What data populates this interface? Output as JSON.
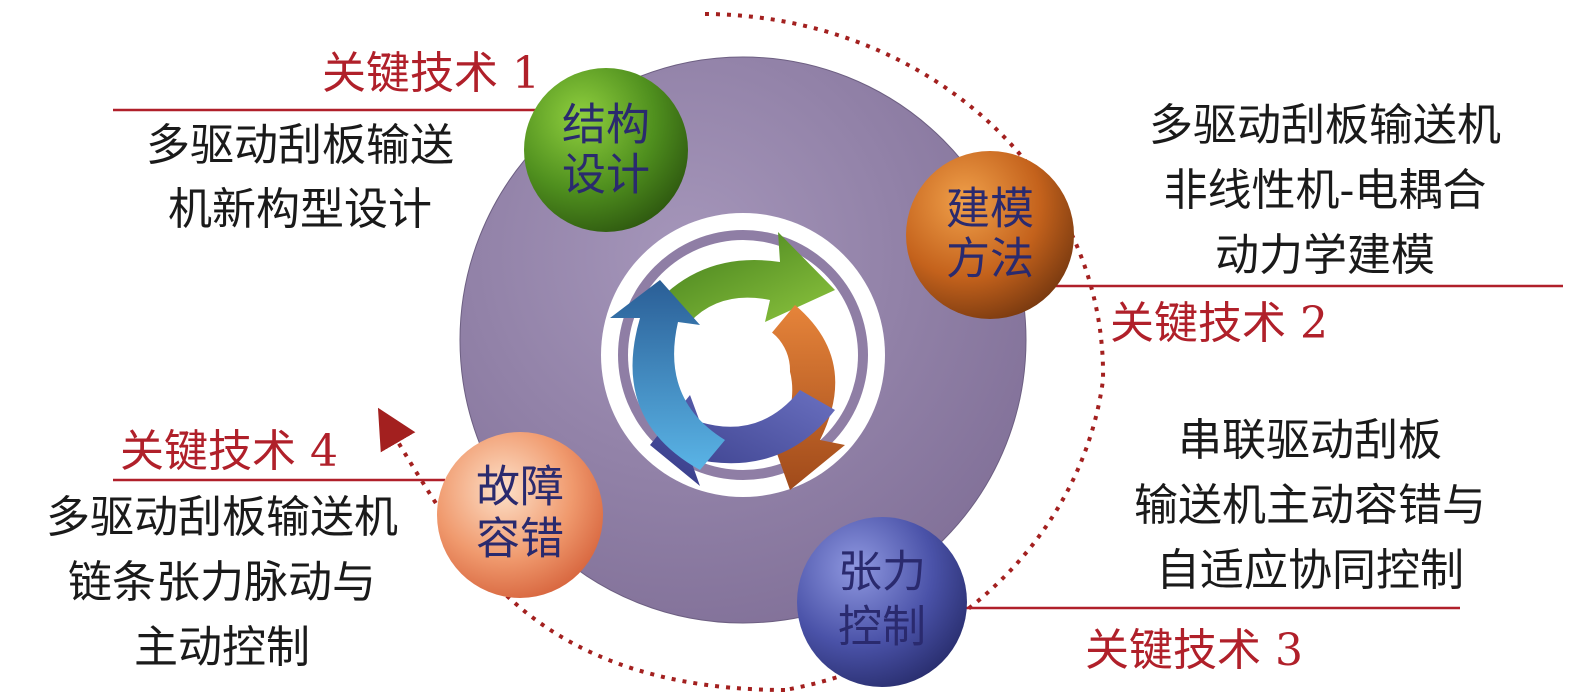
{
  "colors": {
    "accent_red": "#b0202a",
    "disc": "#8f7ea5",
    "node_green": "#4f8f1e",
    "node_orange": "#c4621c",
    "node_salmon": "#e2744a",
    "node_blue": "#3f4a9e",
    "node_text": "#2a2a6e",
    "arrow_green": "#6aa632",
    "arrow_orange": "#cf6a2a",
    "arrow_purple": "#4a4f9e",
    "arrow_blue": "#3b8cc6"
  },
  "nodes": {
    "structure": {
      "line1": "结构",
      "line2": "设计"
    },
    "modeling": {
      "line1": "建模",
      "line2": "方法"
    },
    "tension": {
      "line1": "张力",
      "line2": "控制"
    },
    "fault": {
      "line1": "故障",
      "line2": "容错"
    }
  },
  "tech1": {
    "title": "关键技术 1",
    "lines": [
      "多驱动刮板输送",
      "机新构型设计"
    ]
  },
  "tech2": {
    "title": "关键技术 2",
    "lines": [
      "多驱动刮板输送机",
      "非线性机-电耦合",
      "动力学建模"
    ]
  },
  "tech3": {
    "title": "关键技术 3",
    "lines": [
      "串联驱动刮板",
      "输送机主动容错与",
      "自适应协同控制"
    ]
  },
  "tech4": {
    "title": "关键技术 4",
    "lines": [
      "多驱动刮板输送机",
      "链条张力脉动与",
      "主动控制"
    ]
  }
}
